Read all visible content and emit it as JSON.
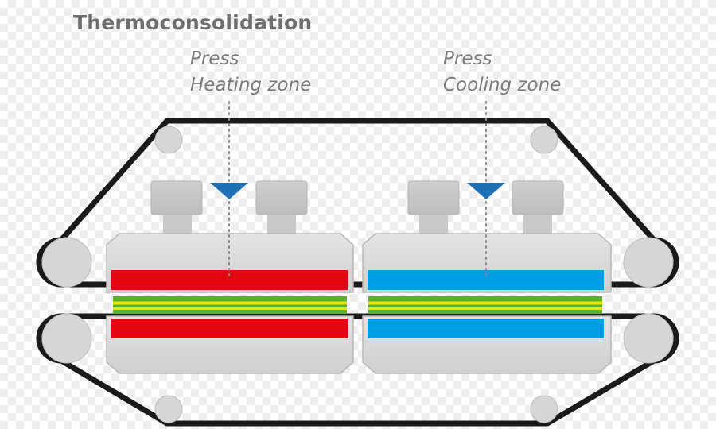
{
  "title": "Thermoconsolidation",
  "zones": [
    {
      "line1": "Press",
      "line2": "Heating zone",
      "color": "#e30613"
    },
    {
      "line1": "Press",
      "line2": "Cooling zone",
      "color": "#009fe3"
    }
  ],
  "colors": {
    "belt": "#1a1a1a",
    "press_body": "#d9d9d9",
    "roller": "#d6d6d6",
    "laminate_green": "#5ab030",
    "laminate_yellow": "#f2e600",
    "arrow": "#1f6fb5",
    "text": "#6e6e6e"
  }
}
